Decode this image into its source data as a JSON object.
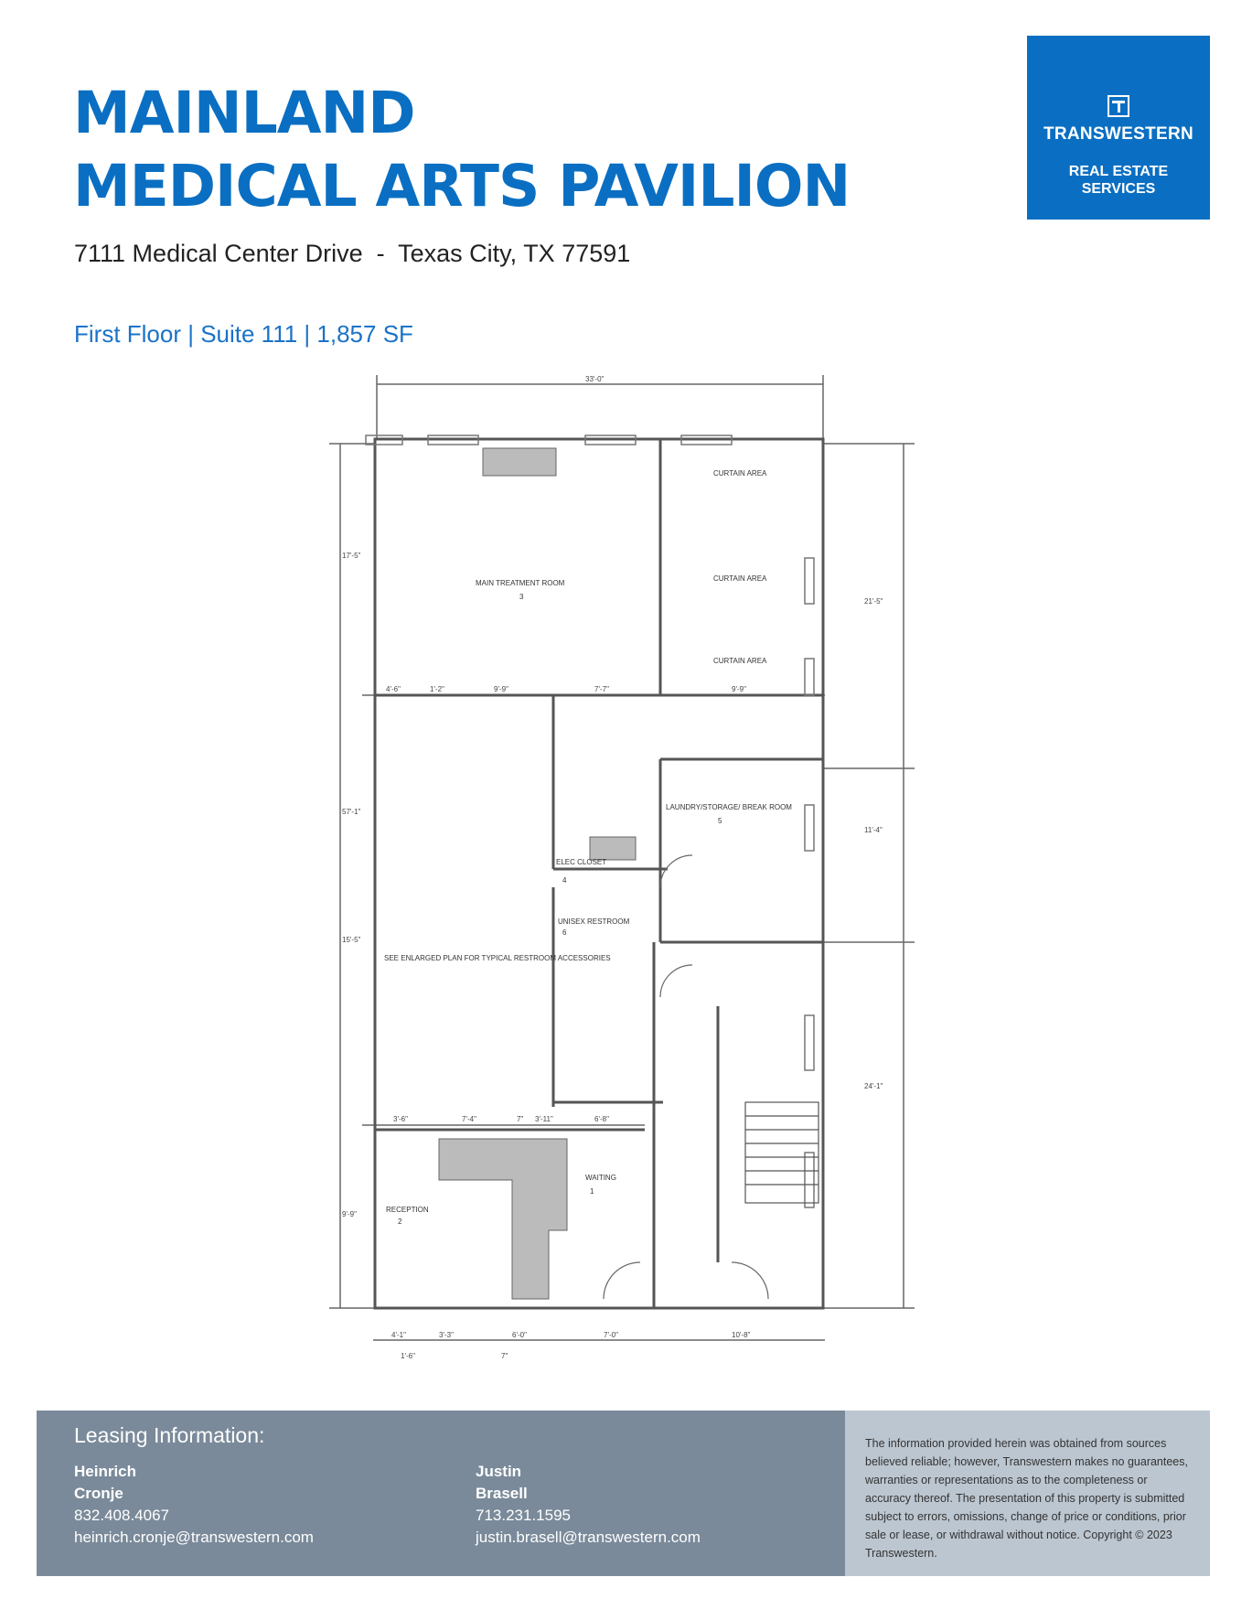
{
  "header": {
    "title_line1": "MAINLAND",
    "title_line2": "MEDICAL ARTS PAVILION",
    "address": "7111 Medical Center Drive  -  Texas City, TX 77591",
    "suite_info": "First Floor | Suite 111 | 1,857 SF"
  },
  "logo": {
    "name": "TRANSWESTERN",
    "tagline": "REAL ESTATE SERVICES",
    "icon": "transwestern-t-icon"
  },
  "colors": {
    "brand_blue": "#0a6fc2",
    "footer_gray": "#7a8a9a",
    "disclaimer_gray": "#bcc6d0"
  },
  "floor_plan": {
    "dimensions": {
      "top": "33'-0\"",
      "left_total": "57'-1\"",
      "left_upper": "17'-5\"",
      "left_middle": "15'-5\"",
      "left_lower": "9'-9\"",
      "right_upper": "21'-5\"",
      "right_middle": "11'-4\"",
      "right_lower": "24'-1\"",
      "mid_row": [
        "4'-6\"",
        "1'-2\"",
        "9'-9\"",
        "7'-7\"",
        "9'-9\""
      ],
      "lower_row": [
        "3'-6\"",
        "7'-4\"",
        "7\"",
        "3'-11\"",
        "6'-8\""
      ],
      "bottom_row": [
        "4'-1\"",
        "3'-3\"",
        "6'-0\"",
        "7'-0\"",
        "10'-8\""
      ],
      "bottom_sub": [
        "1'-6\"",
        "7\""
      ]
    },
    "rooms": {
      "main_treatment": "MAIN TREATMENT ROOM",
      "main_treatment_no": "3",
      "curtain": "CURTAIN AREA",
      "laundry": "LAUNDRY/STORAGE/ BREAK ROOM",
      "laundry_no": "5",
      "elec": "ELEC CLOSET",
      "elec_no": "4",
      "unisex": "UNISEX RESTROOM",
      "unisex_no": "6",
      "waiting": "WAITING",
      "waiting_no": "1",
      "reception": "RECEPTION",
      "reception_no": "2",
      "note": "SEE ENLARGED PLAN FOR TYPICAL RESTROOM ACCESSORIES"
    }
  },
  "leasing": {
    "heading": "Leasing Information:",
    "contacts": [
      {
        "first": "Heinrich",
        "last": "Cronje",
        "phone": "832.408.4067",
        "email": "heinrich.cronje@transwestern.com"
      },
      {
        "first": "Justin",
        "last": "Brasell",
        "phone": "713.231.1595",
        "email": "justin.brasell@transwestern.com"
      }
    ]
  },
  "disclaimer": "The information provided herein was obtained from sources believed reliable; however, Transwestern makes no guarantees, warranties or representations as to the completeness or accuracy thereof. The presentation of this property is submitted subject to errors, omissions, change of price or conditions, prior sale or lease, or withdrawal without notice. Copyright © 2023 Transwestern."
}
